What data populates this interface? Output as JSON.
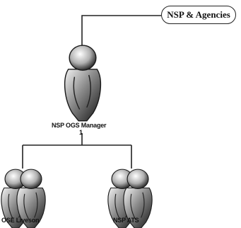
{
  "diagram": {
    "root": {
      "label": "NSP & Agencies"
    },
    "manager": {
      "label": "NSP OGS Manager",
      "count": "1"
    },
    "groups": [
      {
        "label": "OSE Liveson"
      },
      {
        "label": "NSP ATS"
      }
    ]
  },
  "colors": {
    "line": "#222222",
    "figure_dark": "#1a1a1a",
    "figure_light": "#ffffff"
  }
}
